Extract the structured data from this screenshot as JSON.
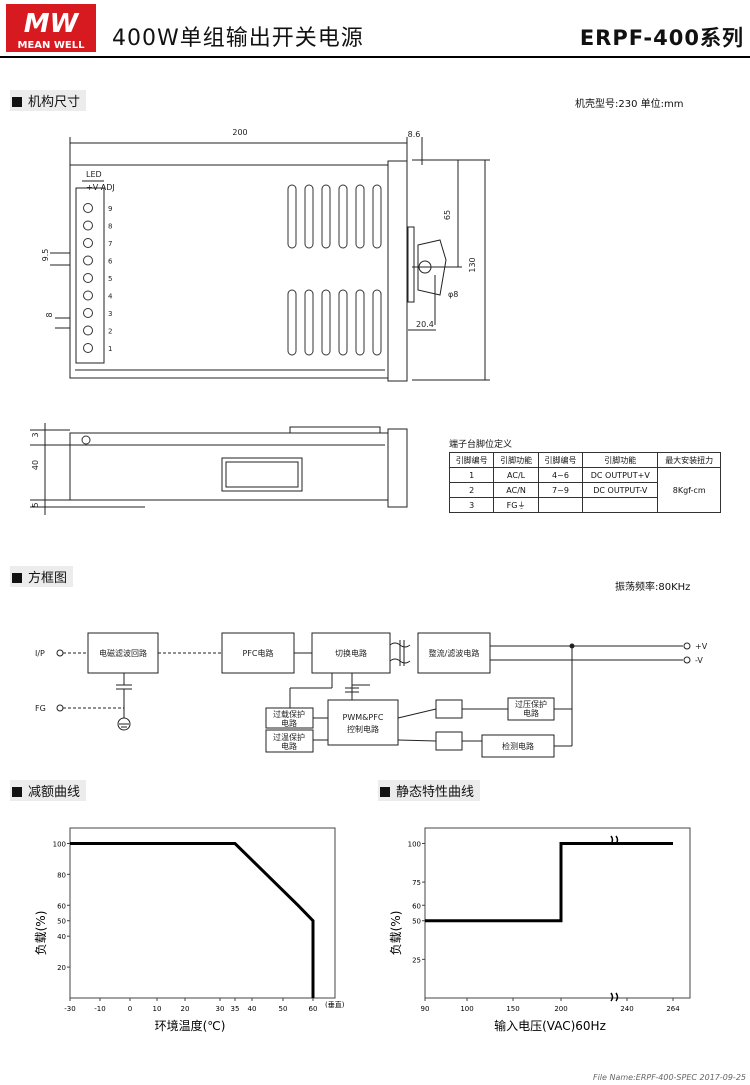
{
  "header": {
    "logo_top": "MW",
    "logo_brand": "MEAN WELL",
    "product_title": "400W单组输出开关电源",
    "series": "ERPF-400系列"
  },
  "sections": {
    "dimensions": "机构尺寸",
    "block_diagram": "方框图",
    "derating": "减额曲线",
    "static": "静态特性曲线"
  },
  "dimensions": {
    "case_info": "机壳型号:230  单位:mm",
    "width": "200",
    "tab": "8.6",
    "height": "130",
    "dim_65": "65",
    "dim_phi": "φ8",
    "dim_20_4": "20.4",
    "dim_9_5": "9.5",
    "dim_8": "8",
    "dim_3": "3",
    "dim_40": "40",
    "dim_5": "5",
    "led": "LED",
    "adj": "+V ADJ",
    "pin_numbers": [
      "9",
      "8",
      "7",
      "6",
      "5",
      "4",
      "3",
      "2",
      "1"
    ]
  },
  "pin_table": {
    "title": "端子台脚位定义",
    "headers": [
      "引脚编号",
      "引脚功能",
      "引脚编号",
      "引脚功能",
      "最大安装扭力"
    ],
    "rows": [
      [
        "1",
        "AC/L",
        "4~6",
        "DC OUTPUT+V"
      ],
      [
        "2",
        "AC/N",
        "7~9",
        "DC OUTPUT-V"
      ],
      [
        "3",
        "FG⏚",
        "",
        ""
      ]
    ],
    "torque": "8Kgf-cm"
  },
  "block": {
    "frequency": "振荡频率:80KHz",
    "ip": "I/P",
    "fg": "FG",
    "emi": "电磁滤波回路",
    "pfc": "PFC电路",
    "switch": "切换电路",
    "rectifier": "整流/滤波电路",
    "pwm_line1": "PWM&PFC",
    "pwm_line2": "控制电路",
    "otp_load_1": "过载保护",
    "otp_load_2": "电路",
    "otp_temp_1": "过温保护",
    "otp_temp_2": "电路",
    "ovp_1": "过压保护",
    "ovp_2": "电路",
    "detect": "检测电路",
    "out_pos": "+V",
    "out_neg": "-V"
  },
  "derating_chart": {
    "ylabel": "负载(%)",
    "xlabel": "环境温度(℃)",
    "x_unit": "(垂直)",
    "x_ticks": [
      "-30",
      "-10",
      "0",
      "10",
      "20",
      "30",
      "35",
      "40",
      "50",
      "60"
    ],
    "y_ticks": [
      "100",
      "80",
      "60",
      "50",
      "40",
      "20"
    ]
  },
  "static_chart": {
    "ylabel": "负载(%)",
    "xlabel": "输入电压(VAC)60Hz",
    "x_ticks": [
      "90",
      "100",
      "150",
      "200",
      "240",
      "264"
    ],
    "y_ticks": [
      "100",
      "75",
      "60",
      "50",
      "25"
    ]
  },
  "chart_data": [
    {
      "type": "line",
      "x": [
        -30,
        35,
        55,
        60,
        60
      ],
      "y": [
        100,
        100,
        60,
        50,
        0
      ],
      "xlim": [
        -30,
        70
      ],
      "ylim": [
        0,
        110
      ]
    },
    {
      "type": "line",
      "x": [
        90,
        200,
        200,
        264
      ],
      "y": [
        50,
        50,
        100,
        100
      ],
      "xlim": [
        90,
        264
      ],
      "ylim": [
        0,
        110
      ]
    }
  ],
  "footer": "File Name:ERPF-400-SPEC  2017-09-25"
}
